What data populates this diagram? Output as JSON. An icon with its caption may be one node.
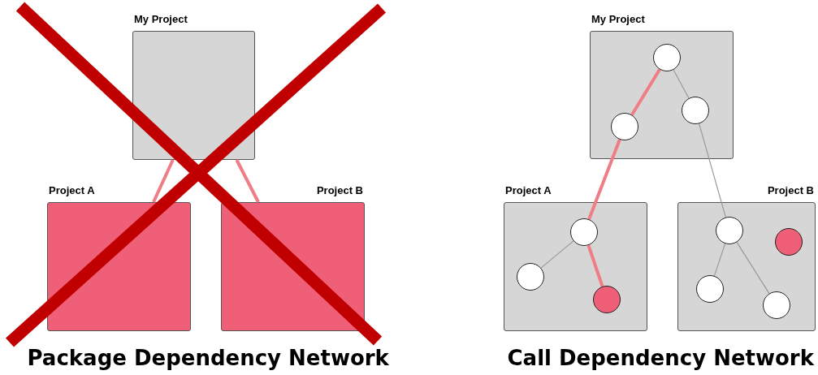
{
  "diagram": {
    "nodes": [
      {
        "text": [
          "My Project"
        ]
      },
      {
        "text": [
          "Project A"
        ]
      },
      {
        "text": [
          "Project B"
        ]
      },
      {
        "text": [
          "My Project"
        ]
      },
      {
        "text": [],
        "shape": "circle",
        "in": 3
      },
      {
        "text": [],
        "shape": "circle",
        "in": 3
      },
      {
        "text": [],
        "shape": "circle",
        "in": 3
      },
      {
        "text": [
          "Project A"
        ]
      },
      {
        "text": [],
        "shape": "circle",
        "in": 7
      },
      {
        "text": [],
        "shape": "circle",
        "in": 7
      },
      {
        "text": [],
        "shape": "circle",
        "in": 7
      },
      {
        "text": [
          "Project B"
        ]
      },
      {
        "text": [],
        "shape": "circle",
        "in": 11
      },
      {
        "text": [],
        "shape": "circle",
        "in": 11
      },
      {
        "text": [],
        "shape": "circle",
        "in": 11
      },
      {
        "text": [],
        "shape": "circle",
        "in": 11
      }
    ],
    "edges": [
      {
        "from": 0,
        "to": 1,
        "arrow": "none",
        "style": "thick",
        "color": "#f07c86"
      },
      {
        "from": 0,
        "to": 2,
        "arrow": "none",
        "style": "thick",
        "color": "#f07c86"
      },
      {
        "from": 4,
        "to": 6,
        "arrow": "none",
        "style": "thick",
        "color": "#f07c86"
      },
      {
        "from": 4,
        "to": 5,
        "arrow": "none",
        "color": "#999999"
      },
      {
        "from": 6,
        "to": 8,
        "arrow": "none",
        "style": "thick",
        "color": "#f07c86"
      },
      {
        "from": 5,
        "to": 12,
        "arrow": "none",
        "color": "#999999"
      },
      {
        "from": 8,
        "to": 9,
        "arrow": "none",
        "color": "#999999"
      },
      {
        "from": 8,
        "to": 10,
        "arrow": "none",
        "style": "thick",
        "color": "#f07c86"
      },
      {
        "from": 12,
        "to": 14,
        "arrow": "none",
        "color": "#999999"
      },
      {
        "from": 12,
        "to": 15,
        "arrow": "none",
        "color": "#999999"
      }
    ],
    "labels": [
      "Package Dependency Network",
      "Call Dependency Network"
    ]
  }
}
